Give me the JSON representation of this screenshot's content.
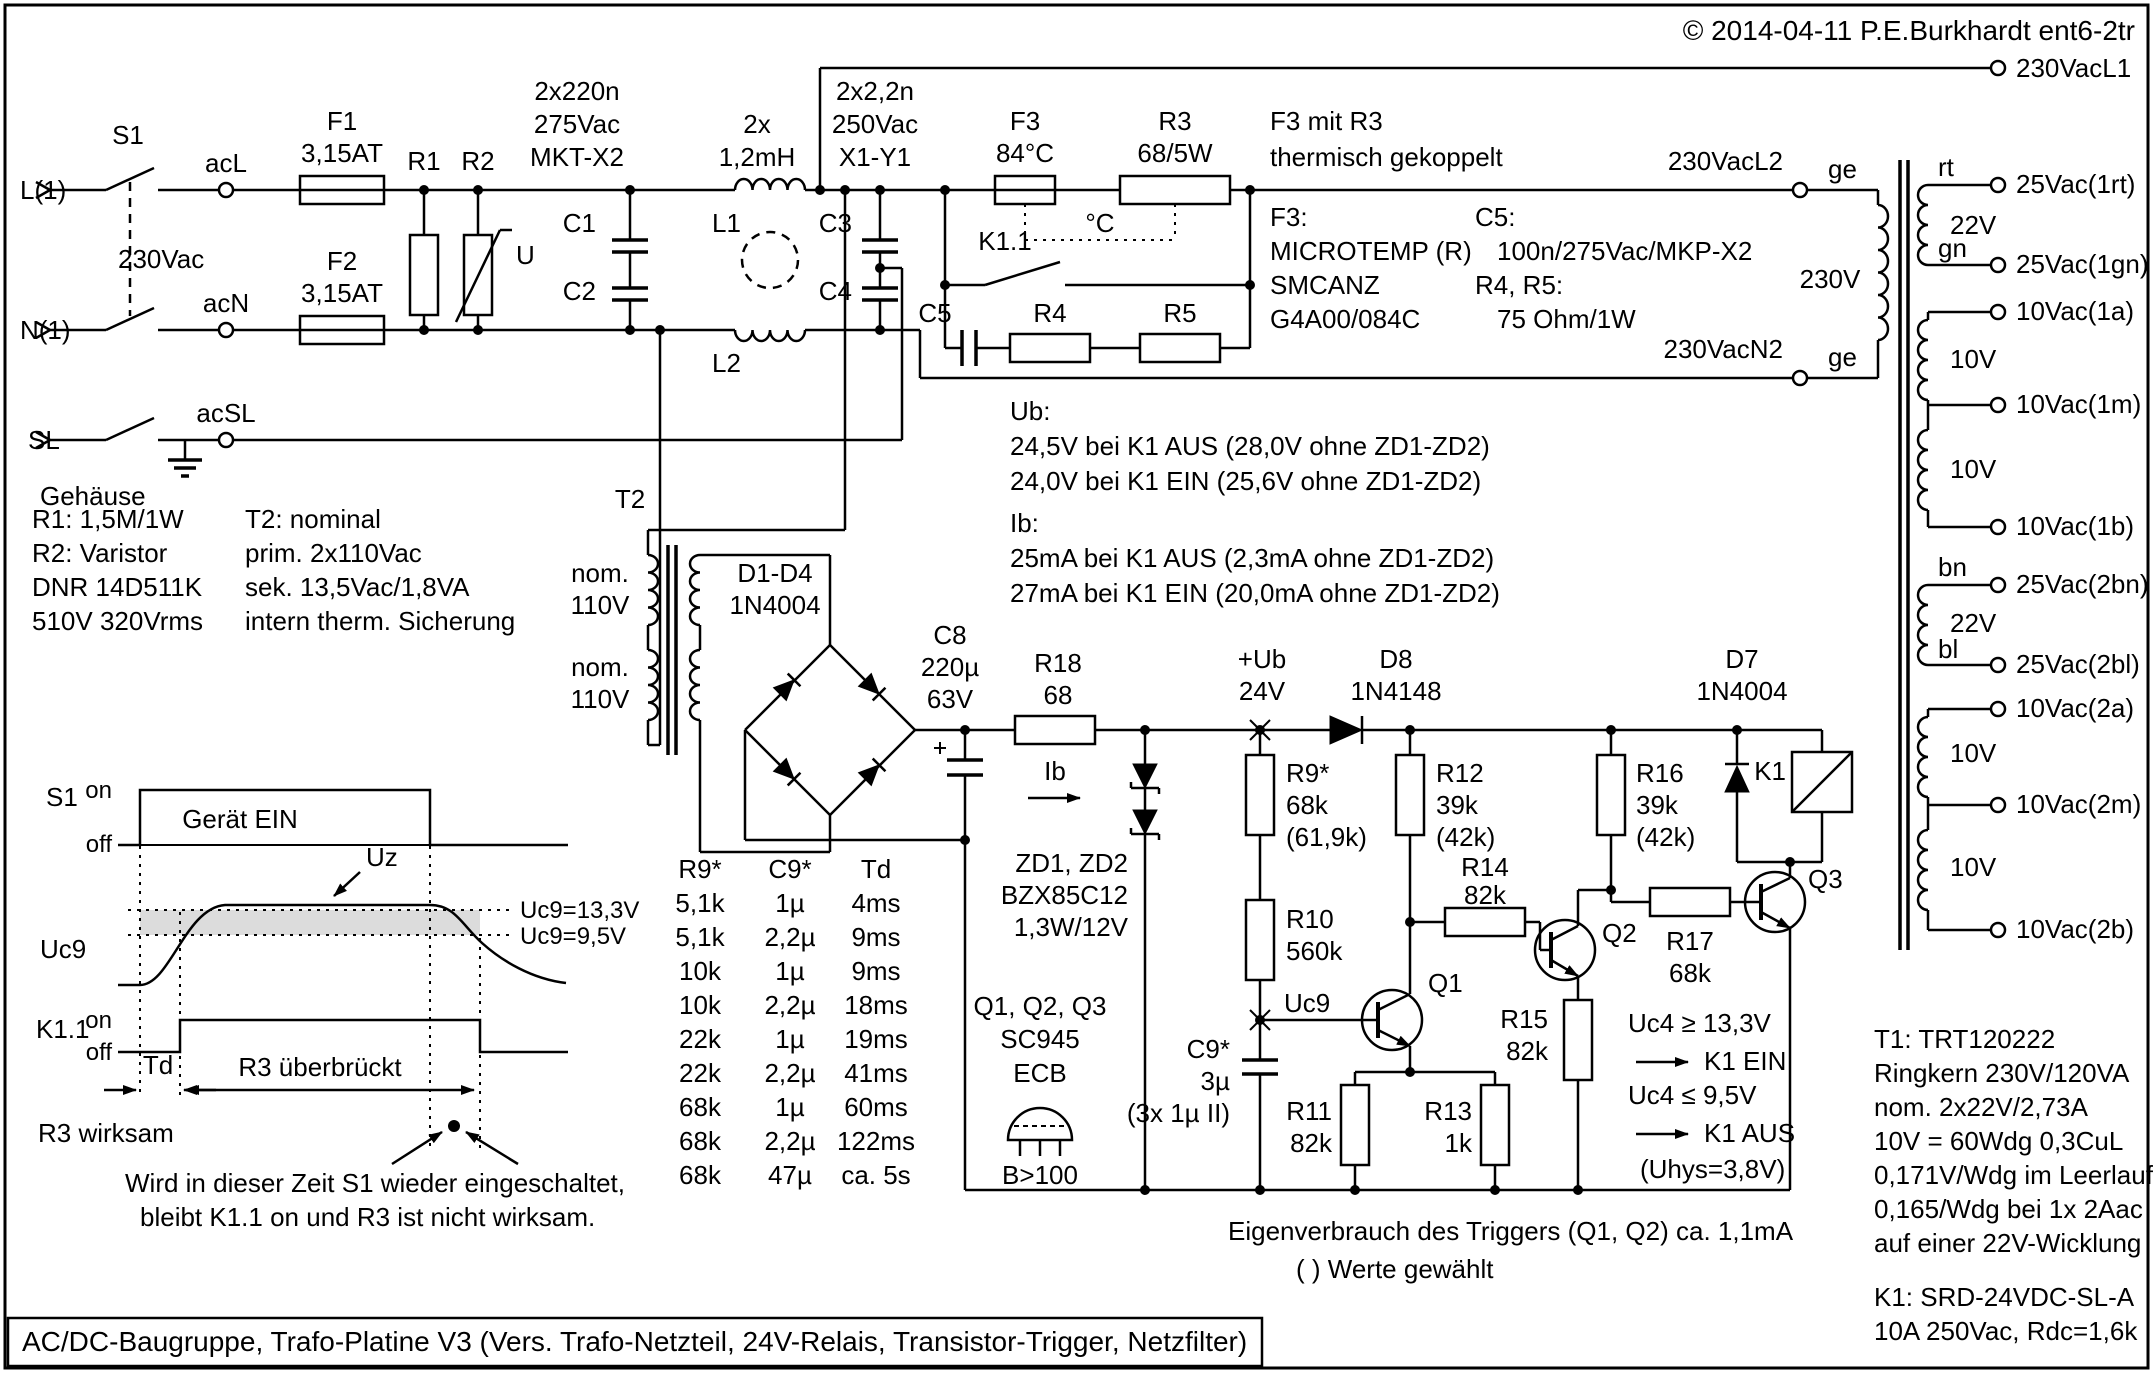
{
  "hdr": {
    "copyright": "© 2014-04-11 P.E.Burkhardt ent6-2tr"
  },
  "out": {
    "l1": "230VacL1",
    "l2": "230VacL2",
    "n2": "230VacN2",
    "ge1": "ge",
    "ge2": "ge"
  },
  "inp": {
    "s1": "S1",
    "l1": "L(1)",
    "n1": "N(1)",
    "sl": "SL",
    "acl": "acL",
    "acn": "acN",
    "acsl": "acSL",
    "v230": "230Vac",
    "geh": "Gehäuse",
    "f1": "F1",
    "f1v": "3,15AT",
    "f2": "F2",
    "f2v": "3,15AT",
    "r1": "R1",
    "r2": "R2",
    "u": "U"
  },
  "flt": {
    "c12a": "2x220n",
    "c12b": "275Vac",
    "c12c": "MKT-X2",
    "la": "2x",
    "lb": "1,2mH",
    "c34a": "2x2,2n",
    "c34b": "250Vac",
    "c34c": "X1-Y1",
    "c1": "C1",
    "c2": "C2",
    "c3": "C3",
    "c4": "C4",
    "l1": "L1",
    "l2": "L2"
  },
  "ss": {
    "f3": "F3",
    "f3v": "84°C",
    "r3": "R3",
    "r3v": "68/5W",
    "th1": "F3 mit R3",
    "th2": "thermisch gekoppelt",
    "degc": "°C",
    "k11": "K1.1",
    "r4": "R4",
    "r5": "R5",
    "c5": "C5",
    "nf1": "F3:",
    "nf2": "MICROTEMP (R)",
    "nf3": "SMCANZ",
    "nf4": "G4A00/084C",
    "nc1": "C5:",
    "nc2": "100n/275Vac/MKP-X2",
    "nr1": "R4, R5:",
    "nr2": "75 Ohm/1W"
  },
  "t1": {
    "v": "230V",
    "rt": "rt",
    "gn": "gn",
    "bn": "bn",
    "bl": "bl",
    "w22a": "22V",
    "w22b": "22V",
    "w10a": "10V",
    "w10b": "10V",
    "w10c": "10V",
    "w10d": "10V",
    "taps": [
      "25Vac(1rt)",
      "25Vac(1gn)",
      "10Vac(1a)",
      "10Vac(1m)",
      "10Vac(1b)",
      "25Vac(2bn)",
      "25Vac(2bl)",
      "10Vac(2a)",
      "10Vac(2m)",
      "10Vac(2b)"
    ]
  },
  "ub": {
    "h1": "Ub:",
    "a": "24,5V bei K1 AUS (28,0V ohne ZD1-ZD2)",
    "b": "24,0V bei K1 EIN (25,6V ohne ZD1-ZD2)",
    "h2": "Ib:",
    "c": "25mA bei K1 AUS (2,3mA ohne ZD1-ZD2)",
    "d": "27mA bei K1 EIN (20,0mA ohne ZD1-ZD2)"
  },
  "ln": {
    "a": "R1: 1,5M/1W",
    "b": "R2: Varistor",
    "c": "DNR 14D511K",
    "d": "510V  320Vrms",
    "e": "T2: nominal",
    "f": "prim. 2x110Vac",
    "g": "sek. 13,5Vac/1,8VA",
    "h": "intern therm. Sicherung"
  },
  "t2": {
    "t": "T2",
    "a": "nom.",
    "b": "110V",
    "c": "nom.",
    "d": "110V"
  },
  "rec": {
    "d": "D1-D4",
    "dv": "1N4004",
    "c8": "C8",
    "c8a": "220µ",
    "c8b": "63V",
    "r18": "R18",
    "r18v": "68",
    "ib": "Ib"
  },
  "dc": {
    "zda": "ZD1, ZD2",
    "zdb": "BZX85C12",
    "zdc": "1,3W/12V",
    "ub": "+Ub",
    "ubv": "24V",
    "d8": "D8",
    "d8v": "1N4148",
    "r9": "R9*",
    "r9a": "68k",
    "r9b": "(61,9k)",
    "r10": "R10",
    "r10v": "560k",
    "r12": "R12",
    "r12a": "39k",
    "r12b": "(42k)",
    "r16": "R16",
    "r16a": "39k",
    "r16b": "(42k)",
    "d7": "D7",
    "d7v": "1N4004",
    "k1": "K1",
    "uc9": "Uc9",
    "c9": "C9*",
    "c9a": "3µ",
    "c9b": "(3x 1µ II)",
    "q1": "Q1",
    "q2": "Q2",
    "q3": "Q3",
    "r11": "R11",
    "r11v": "82k",
    "r13": "R13",
    "r13v": "1k",
    "r14": "R14",
    "r14v": "82k",
    "r15": "R15",
    "r15v": "82k",
    "r17": "R17",
    "r17v": "68k",
    "u1": "Uc4 ≥ 13,3V",
    "u2": "K1 EIN",
    "u3": "Uc4 ≤ 9,5V",
    "u4": "K1 AUS",
    "u5": "(Uhys=3,8V)"
  },
  "tbl": {
    "h": [
      "R9*",
      "C9*",
      "Td"
    ],
    "rows": [
      [
        "5,1k",
        "1µ",
        "4ms"
      ],
      [
        "5,1k",
        "2,2µ",
        "9ms"
      ],
      [
        "10k",
        "1µ",
        "9ms"
      ],
      [
        "10k",
        "2,2µ",
        "18ms"
      ],
      [
        "22k",
        "1µ",
        "19ms"
      ],
      [
        "22k",
        "2,2µ",
        "41ms"
      ],
      [
        "68k",
        "1µ",
        "60ms"
      ],
      [
        "68k",
        "2,2µ",
        "122ms"
      ],
      [
        "68k",
        "47µ",
        "ca. 5s"
      ]
    ]
  },
  "qn": {
    "a": "Q1, Q2, Q3",
    "b": "SC945",
    "c": "ECB",
    "d": "B>100"
  },
  "tm": {
    "s1": "S1",
    "on1": "on",
    "off1": "off",
    "ger": "Gerät EIN",
    "uz": "Uz",
    "th1": "Uc9=13,3V",
    "th2": "Uc9=9,5V",
    "uc9": "Uc9",
    "k11": "K1.1",
    "on2": "on",
    "off2": "off",
    "td": "Td",
    "br": "R3 überbrückt",
    "wk": "R3 wirksam",
    "n1": "Wird in dieser Zeit S1 wieder eingeschaltet,",
    "n2": "bleibt K1.1 on und R3 ist nicht wirksam."
  },
  "ft": {
    "eig": "Eigenverbrauch des Triggers (Q1, Q2) ca. 1,1mA",
    "wg": "( ) Werte gewählt",
    "title": "AC/DC-Baugruppe, Trafo-Platine V3 (Vers. Trafo-Netzteil, 24V-Relais, Transistor-Trigger, Netzfilter)"
  },
  "rn": {
    "t1": [
      "T1: TRT120222",
      "Ringkern 230V/120VA",
      "nom. 2x22V/2,73A",
      "10V  = 60Wdg 0,3CuL",
      "0,171V/Wdg im Leerlauf",
      "0,165/Wdg bei 1x 2Aac",
      "auf einer 22V-Wicklung"
    ],
    "k1": [
      "K1: SRD-24VDC-SL-A",
      "10A 250Vac, Rdc=1,6k"
    ]
  }
}
